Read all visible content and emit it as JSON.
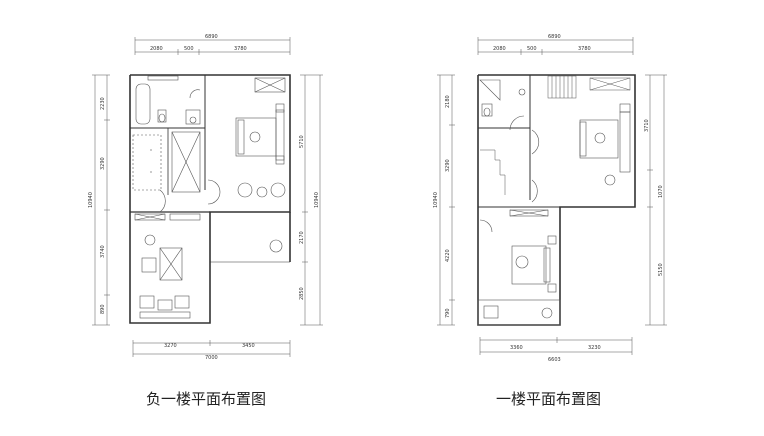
{
  "plan_left": {
    "caption": "负一楼平面布置图",
    "dims": {
      "top_total": "6890",
      "top_segments": [
        "2080",
        "500",
        "3780"
      ],
      "left_segments": [
        "2230",
        "3290",
        "3740",
        "890"
      ],
      "left_total": "10940",
      "right_segments": [
        "5710",
        "2170",
        "2850"
      ],
      "right_total": "10940",
      "bottom_segments": [
        "3270",
        "3450"
      ],
      "bottom_total": "7000"
    }
  },
  "plan_right": {
    "caption": "一楼平面布置图",
    "dims": {
      "top_total": "6890",
      "top_segments": [
        "2080",
        "500",
        "3780"
      ],
      "left_segments": [
        "2180",
        "3290",
        "4220",
        "790"
      ],
      "left_total": "10940",
      "right_segments": [
        "3710",
        "1070",
        "5150"
      ],
      "bottom_segments": [
        "3360",
        "3230"
      ],
      "bottom_total": "6603"
    }
  }
}
